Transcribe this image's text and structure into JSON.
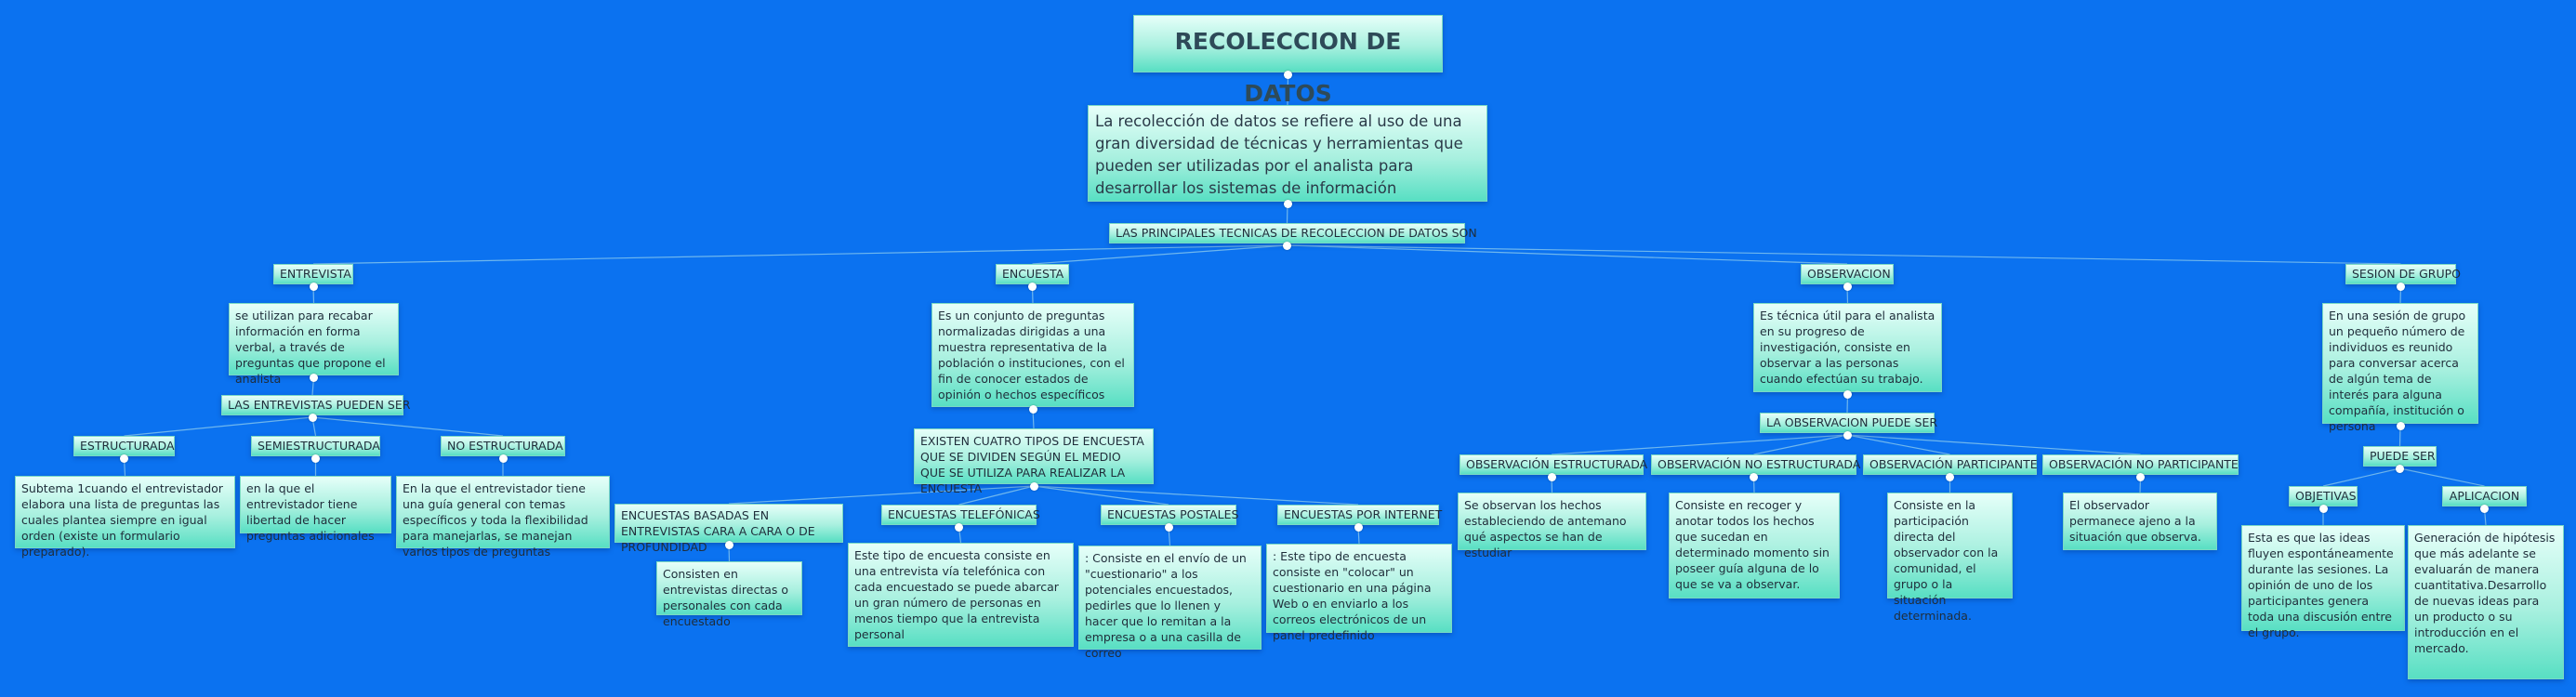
{
  "title": "RECOLECCION DE DATOS",
  "intro": "La recolección de datos se refiere al uso de una gran diversidad de técnicas y herramientas que pueden ser utilizadas por el analista para desarrollar los sistemas de información",
  "main_label": "LAS PRINCIPALES TECNICAS DE RECOLECCION DE DATOS SON",
  "entrevista": {
    "label": "ENTREVISTA",
    "desc": "se utilizan para recabar información en forma verbal, a través de preguntas que propone el analista",
    "sub_label": "LAS ENTREVISTAS PUEDEN SER",
    "types": [
      {
        "label": "ESTRUCTURADA",
        "desc": "Subtema 1cuando el entrevistador elabora una lista de preguntas las cuales plantea siempre en igual orden (existe un formulario preparado)."
      },
      {
        "label": "SEMIESTRUCTURADA",
        "desc": "en la que el entrevistador tiene libertad de hacer preguntas adicionales"
      },
      {
        "label": "NO ESTRUCTURADA",
        "desc": "En la que el entrevistador tiene una guía general con temas específicos y toda la flexibilidad para manejarlas, se manejan varios tipos de preguntas"
      }
    ]
  },
  "encuesta": {
    "label": "ENCUESTA",
    "desc": "Es un conjunto de preguntas normalizadas dirigidas a una muestra representativa de la población o instituciones, con el fin de conocer estados de opinión o hechos específicos",
    "sub_label": "EXISTEN CUATRO TIPOS DE ENCUESTA QUE SE DIVIDEN SEGÚN EL MEDIO QUE SE UTILIZA PARA REALIZAR LA ENCUESTA",
    "types": [
      {
        "label": "ENCUESTAS BASADAS EN ENTREVISTAS CARA A CARA O DE PROFUNDIDAD",
        "desc": "Consisten en entrevistas directas o personales con cada encuestado"
      },
      {
        "label": "ENCUESTAS TELEFÓNICAS",
        "desc": "Este tipo de encuesta consiste en una entrevista vía telefónica con cada encuestado se puede abarcar un gran número de personas en menos tiempo que la entrevista personal"
      },
      {
        "label": "ENCUESTAS POSTALES",
        "desc": ": Consiste en el envío de un \"cuestionario\" a los potenciales encuestados, pedirles que lo llenen y hacer que lo remitan a la empresa o a una casilla de correo"
      },
      {
        "label": "ENCUESTAS POR INTERNET",
        "desc": ": Este tipo de encuesta consiste en \"colocar\" un cuestionario en una página Web o en enviarlo a los correos electrónicos de un panel predefinido"
      }
    ]
  },
  "observacion": {
    "label": "OBSERVACION",
    "desc": "Es técnica útil para el analista en su progreso de investigación, consiste en observar a las personas cuando efectúan su trabajo.",
    "sub_label": "LA OBSERVACION PUEDE SER",
    "types": [
      {
        "label": "OBSERVACIÓN ESTRUCTURADA",
        "desc": "Se observan los hechos estableciendo de antemano qué aspectos se han de estudiar"
      },
      {
        "label": "OBSERVACIÓN NO ESTRUCTURADA",
        "desc": "Consiste en recoger y anotar todos los hechos que sucedan en determinado momento sin poseer guía alguna de lo que se va a observar."
      },
      {
        "label": "OBSERVACIÓN PARTICIPANTE",
        "desc": "Consiste en la participación directa del observador con la comunidad, el grupo o la situación determinada."
      },
      {
        "label": "OBSERVACIÓN NO PARTICIPANTE",
        "desc": "El observador permanece ajeno a la situación que observa."
      }
    ]
  },
  "sesion": {
    "label": "SESION DE GRUPO",
    "desc": "En una sesión de grupo un pequeño número de individuos es reunido para conversar acerca de algún tema de interés para alguna compañía, institución o persona",
    "sub_label": "PUEDE SER",
    "types": [
      {
        "label": "OBJETIVAS",
        "desc": "Esta es que las ideas fluyen espontáneamente durante las sesiones. La opinión de uno de los participantes genera toda una discusión entre el grupo."
      },
      {
        "label": "APLICACION",
        "desc": "Generación de hipótesis que más adelante se evaluarán de manera cuantitativa.Desarrollo de nuevas ideas para un producto o su introducción en el mercado."
      }
    ]
  }
}
